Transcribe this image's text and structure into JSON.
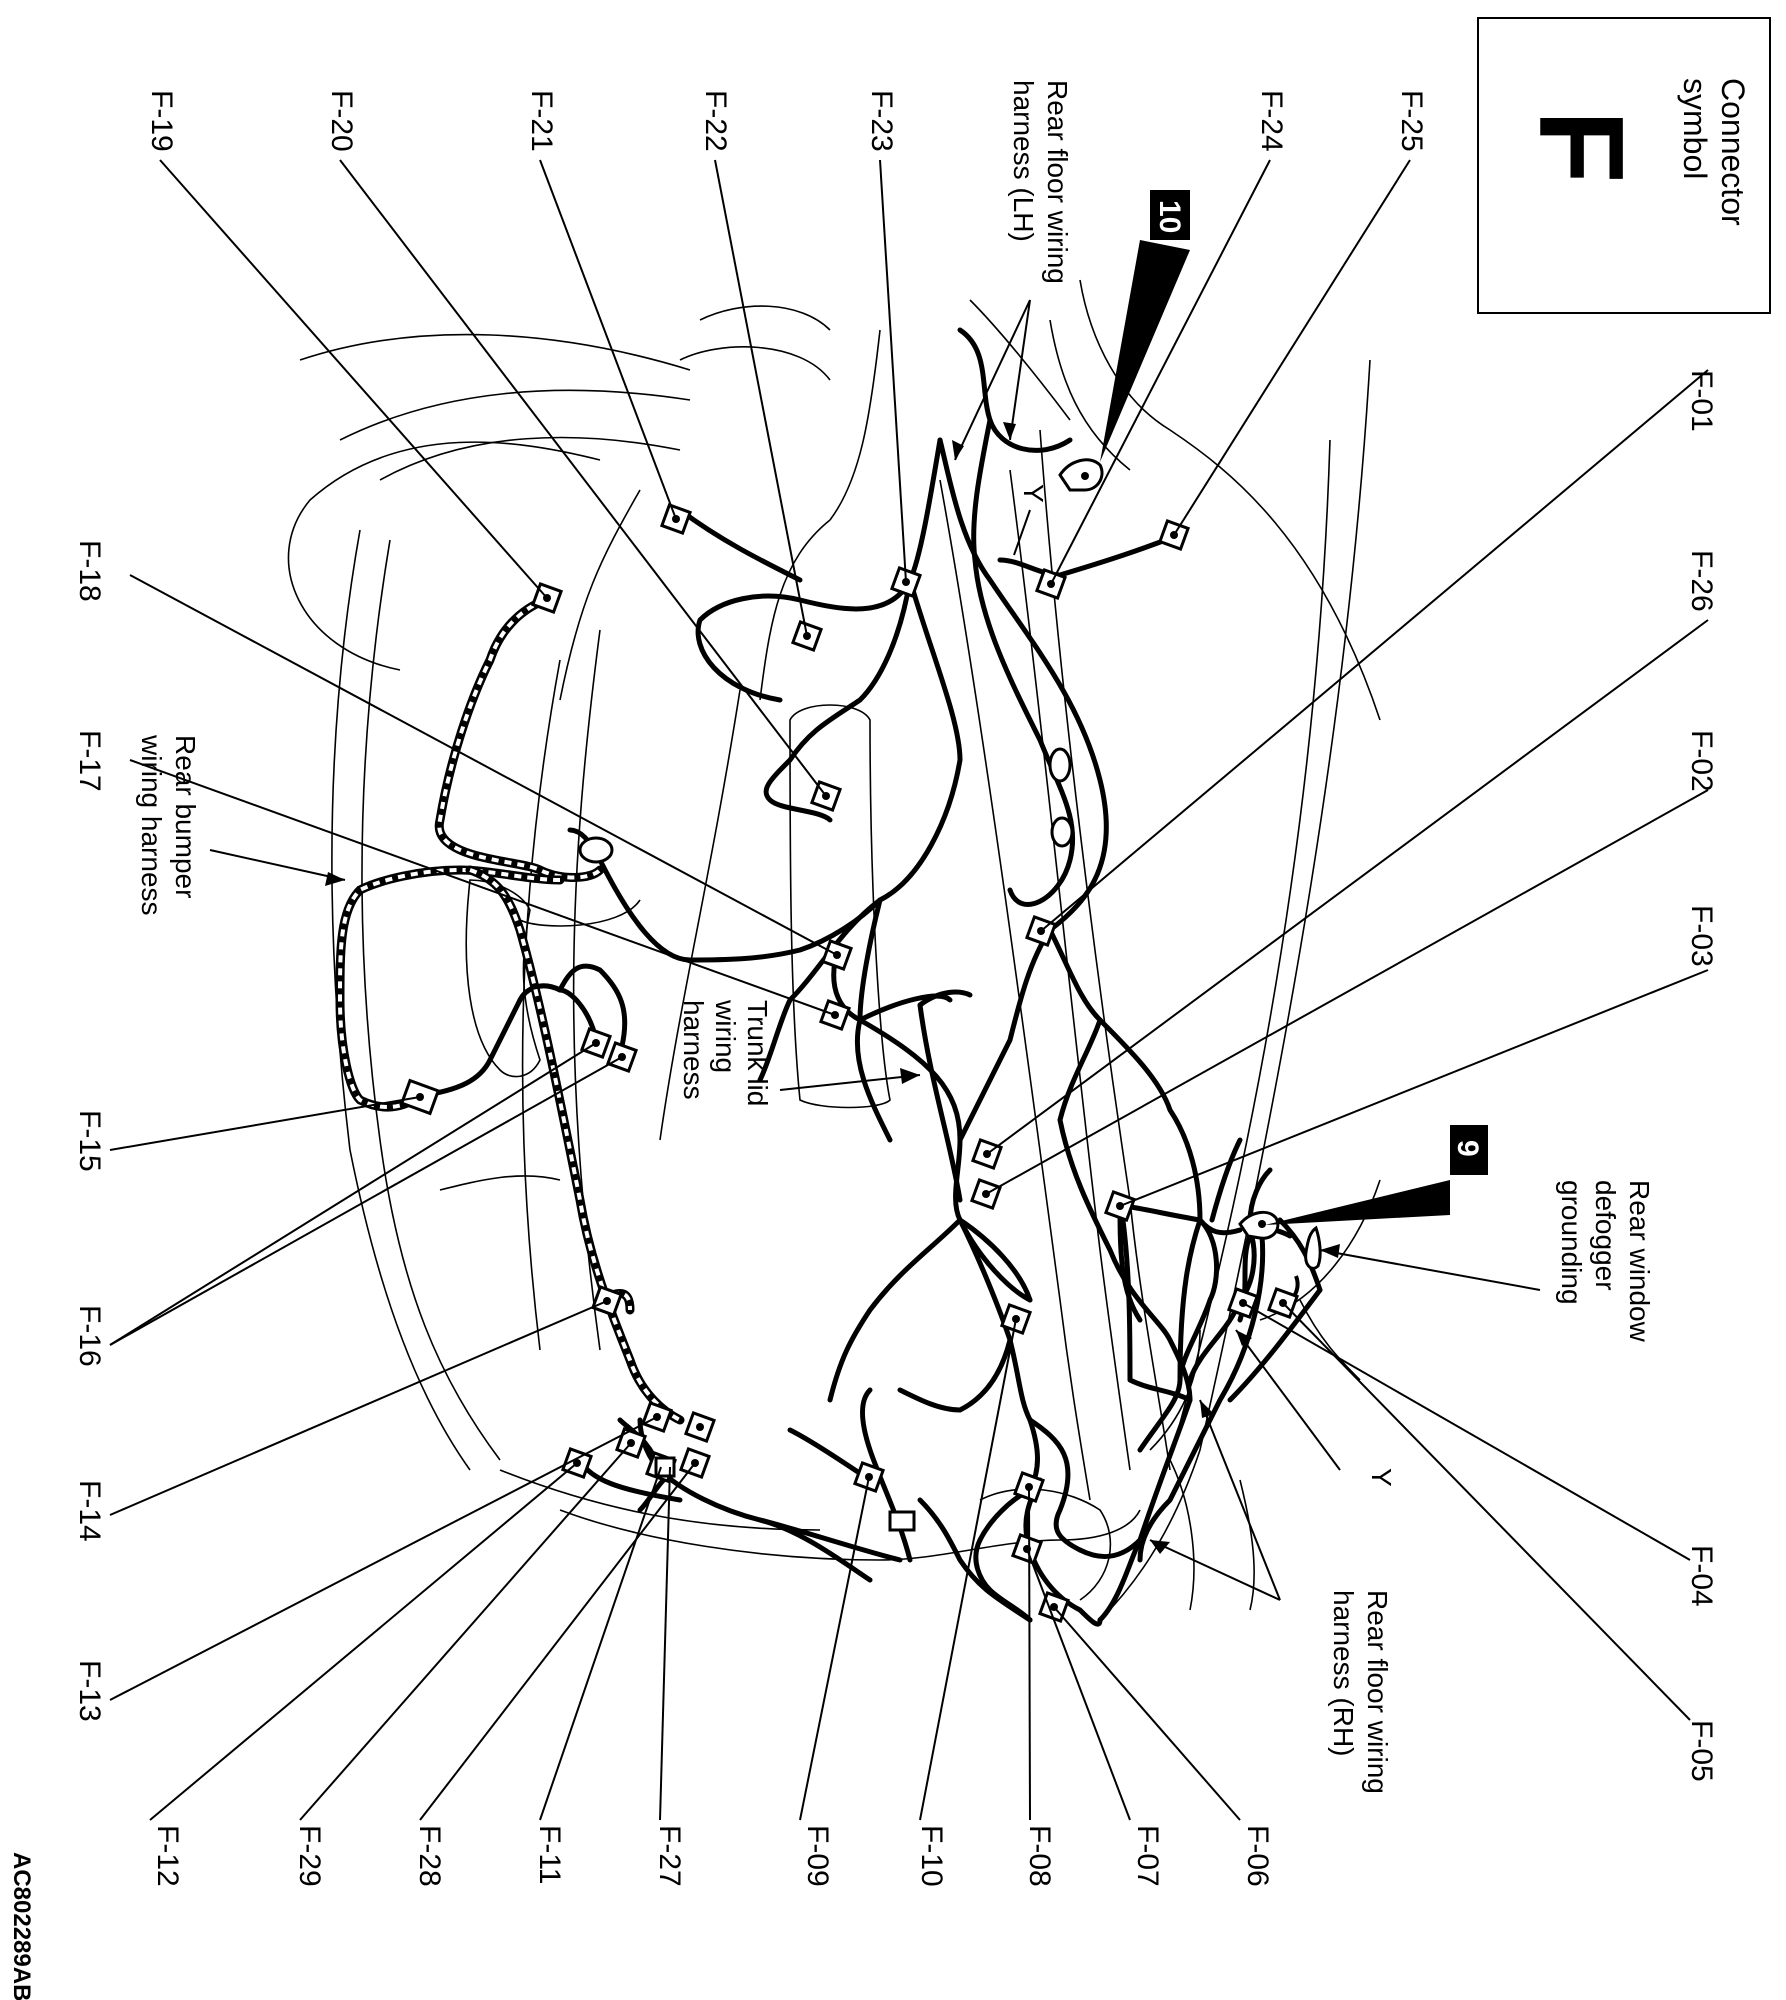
{
  "title_box": {
    "caption": "Connector symbol",
    "caption_line1": "Connector",
    "caption_line2": "symbol",
    "letter": "F"
  },
  "figure_code": "AC802289AB",
  "callouts": {
    "c10": "10",
    "c9": "9"
  },
  "notes": {
    "rear_floor_lh_1": "Rear floor wiring",
    "rear_floor_lh_2": "harness (LH)",
    "rear_floor_rh_1": "Rear floor wiring",
    "rear_floor_rh_2": "harness (RH)",
    "rear_bumper_1": "Rear bumper",
    "rear_bumper_2": "wiring harness",
    "trunk_lid_1": "Trunk lid",
    "trunk_lid_2": "wiring",
    "trunk_lid_3": "harness",
    "defogger_1": "Rear window",
    "defogger_2": "defogger",
    "defogger_3": "grounding",
    "y_mark_1": "Y",
    "y_mark_2": "Y"
  },
  "connectors": {
    "f01": "F-01",
    "f02": "F-02",
    "f03": "F-03",
    "f04": "F-04",
    "f05": "F-05",
    "f06": "F-06",
    "f07": "F-07",
    "f08": "F-08",
    "f09": "F-09",
    "f10": "F-10",
    "f11": "F-11",
    "f12": "F-12",
    "f13": "F-13",
    "f14": "F-14",
    "f15": "F-15",
    "f16": "F-16",
    "f17": "F-17",
    "f18": "F-18",
    "f19": "F-19",
    "f20": "F-20",
    "f21": "F-21",
    "f22": "F-22",
    "f23": "F-23",
    "f24": "F-24",
    "f25": "F-25",
    "f26": "F-26",
    "f27": "F-27",
    "f28": "F-28",
    "f29": "F-29"
  }
}
